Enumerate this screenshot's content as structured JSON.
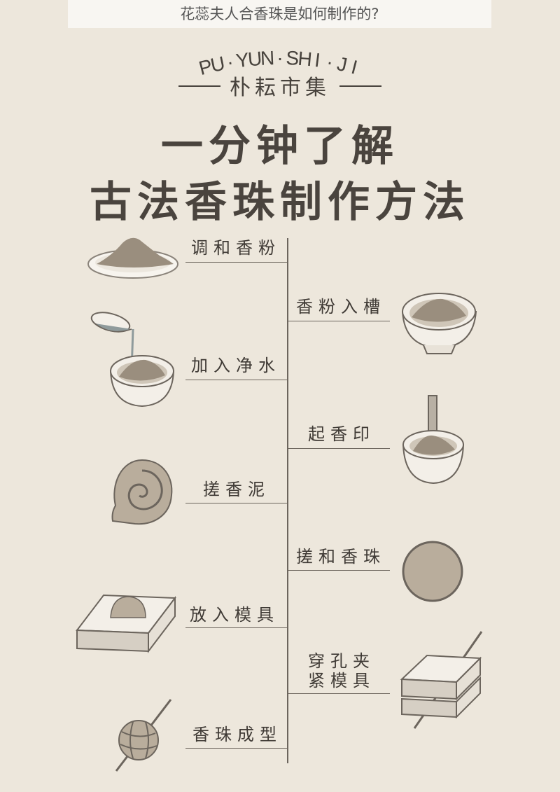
{
  "page_title": "花蕊夫人合香珠是如何制作的?",
  "brand": {
    "latin": [
      "P",
      "U",
      "·",
      "Y",
      "U",
      "N",
      "·",
      "S",
      "H",
      "I",
      "·",
      "J",
      "I"
    ],
    "cn": "朴耘市集"
  },
  "headline": {
    "line1": "一分钟了解",
    "line2": "古法香珠制作方法"
  },
  "steps": {
    "s1": "调和香粉",
    "s2": "香粉入槽",
    "s3": "加入净水",
    "s4": "起香印",
    "s5": "搓香泥",
    "s6": "搓和香珠",
    "s7": "放入模具",
    "s8a": "穿孔夹",
    "s8b": "紧模具",
    "s9": "香珠成型"
  },
  "colors": {
    "background": "#ede7dc",
    "powder": "#9a8e7e",
    "bowl": "#f3efe8",
    "outline": "#6c655d"
  }
}
